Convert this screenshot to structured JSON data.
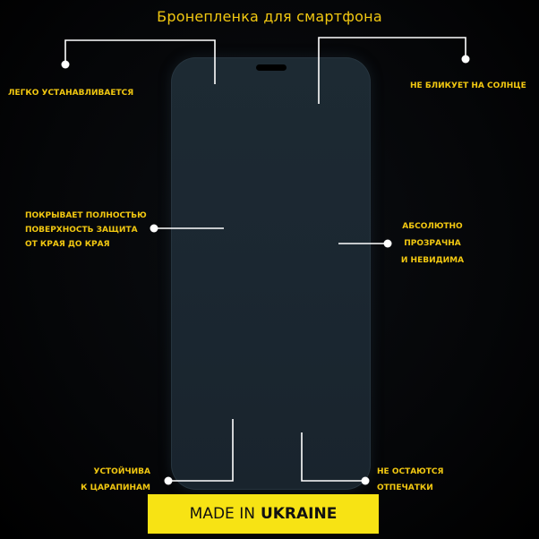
{
  "title": "Бронепленка  для смартфона",
  "features": {
    "easy_install": [
      "ЛЕГКО УСТАНАВЛИВАЕТСЯ"
    ],
    "no_glare": [
      "НЕ БЛИКУЕТ НА СОЛНЦЕ"
    ],
    "full_cover": [
      "ПОКРЫВАЕТ ПОЛНОСТЬЮ",
      "ПОВЕРХНОСТЬ ЗАЩИТА",
      "ОТ КРАЯ ДО КРАЯ"
    ],
    "transparent": [
      "АБСОЛЮТНО",
      "ПРОЗРАЧНА",
      "И НЕВИДИМА"
    ],
    "scratch_resistant": [
      "УСТОЙЧИВА",
      "К ЦАРАПИНАМ"
    ],
    "no_prints": [
      "НЕ ОСТАЮТСЯ",
      "ОТПЕЧАТКИ"
    ]
  },
  "banner": {
    "prefix": "MADE IN",
    "country": "UKRAINE"
  },
  "colors": {
    "accent": "#f2c811",
    "banner_bg": "#f7e314",
    "phone_screen": "#1c2831",
    "background": "#000000"
  }
}
